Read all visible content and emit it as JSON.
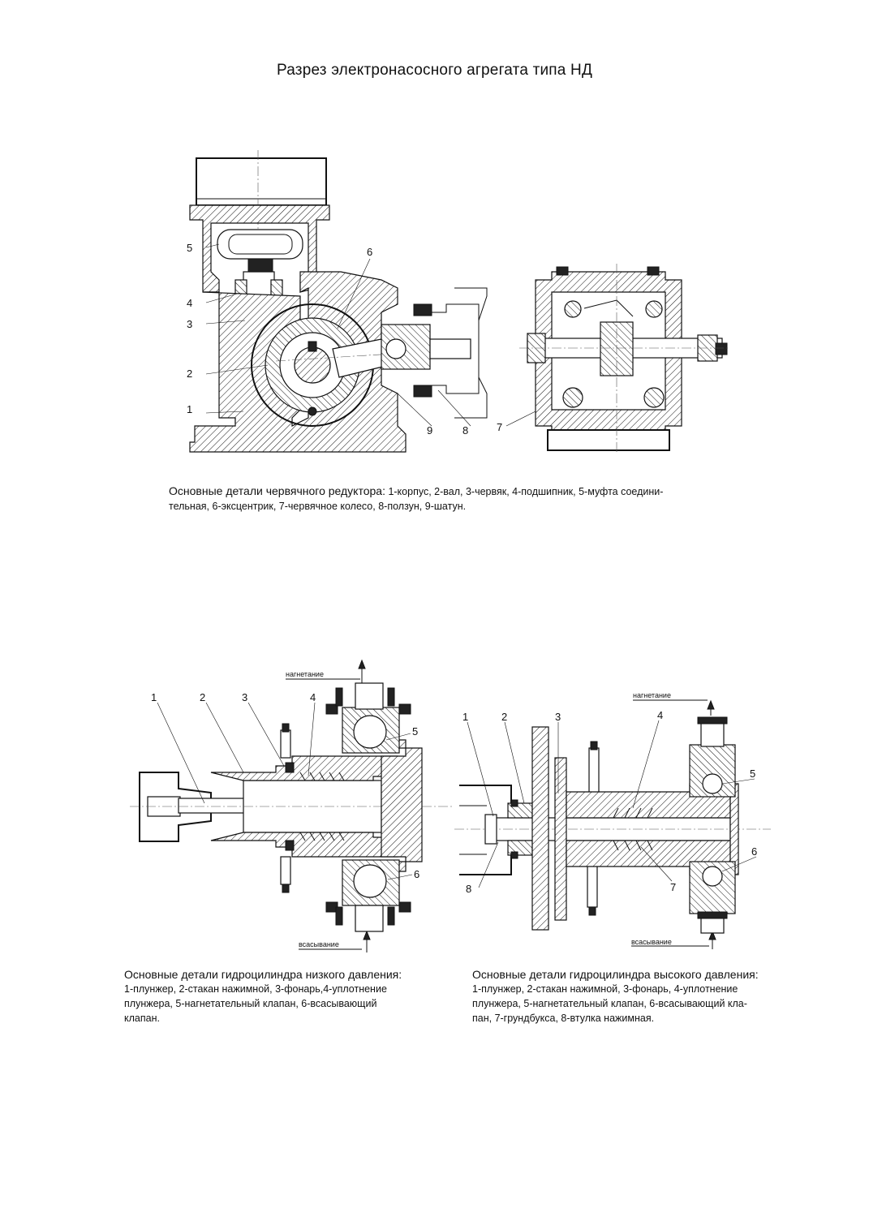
{
  "page": {
    "title": "Разрез электронасосного агрегата типа НД"
  },
  "top": {
    "callouts": [
      "5",
      "4",
      "3",
      "2",
      "1",
      "6",
      "9",
      "8",
      "7"
    ],
    "caption_lead": "Основные детали червячного редуктора:",
    "caption_text": " 1-корпус, 2-вал, 3-червяк, 4-подшипник, 5-муфта соедини-\nтельная, 6-эксцентрик, 7-червячное колесо, 8-ползун, 9-шатун."
  },
  "low_pressure": {
    "callouts": [
      "1",
      "2",
      "3",
      "4",
      "5",
      "6"
    ],
    "flow_out": "нагнетание",
    "flow_in": "всасывание",
    "caption_lead": "Основные детали гидроцилиндра низкого давления:",
    "caption_text": "1-плунжер, 2-стакан нажимной, 3-фонарь,4-уплотнение\nплунжера, 5-нагнетательный клапан, 6-всасывающий\nклапан."
  },
  "high_pressure": {
    "callouts": [
      "1",
      "2",
      "3",
      "4",
      "5",
      "6",
      "7",
      "8"
    ],
    "flow_out": "нагнетание",
    "flow_in": "всасывание",
    "caption_lead": "Основные детали гидроцилиндра высокого давления:",
    "caption_text": "1-плунжер, 2-стакан нажимной, 3-фонарь, 4-уплотнение\nплунжера, 5-нагнетательный клапан, 6-всасывающий кла-\nпан, 7-грундбукса, 8-втулка нажимная."
  }
}
